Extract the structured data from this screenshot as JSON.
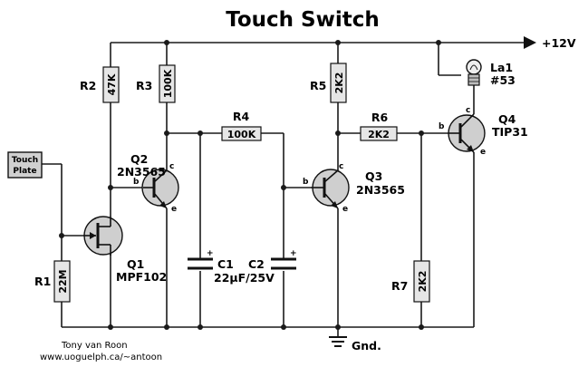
{
  "title": "Touch Switch",
  "supply_label": "+12V",
  "ground_label": "Gnd.",
  "touch_plate_label": [
    "Touch",
    "Plate"
  ],
  "credit": [
    "Tony van Roon",
    "www.uoguelph.ca/~antoon"
  ],
  "resistors": {
    "R1": {
      "name": "R1",
      "value": "22M"
    },
    "R2": {
      "name": "R2",
      "value": "47K"
    },
    "R3": {
      "name": "R3",
      "value": "100K"
    },
    "R4": {
      "name": "R4",
      "value": "100K"
    },
    "R5": {
      "name": "R5",
      "value": "2K2"
    },
    "R6": {
      "name": "R6",
      "value": "2K2"
    },
    "R7": {
      "name": "R7",
      "value": "2K2"
    }
  },
  "capacitors": {
    "C1": {
      "name": "C1",
      "value": "22µF/25V"
    },
    "C2": {
      "name": "C2"
    }
  },
  "transistors": {
    "Q1": {
      "name": "Q1",
      "part": "MPF102"
    },
    "Q2": {
      "name": "Q2",
      "part": "2N3565"
    },
    "Q3": {
      "name": "Q3",
      "part": "2N3565"
    },
    "Q4": {
      "name": "Q4",
      "part": "TIP31"
    }
  },
  "lamp": {
    "name": "La1",
    "part": "#53"
  },
  "pins": {
    "base": "b",
    "collector": "c",
    "emitter": "e"
  },
  "polarity_plus": "+"
}
